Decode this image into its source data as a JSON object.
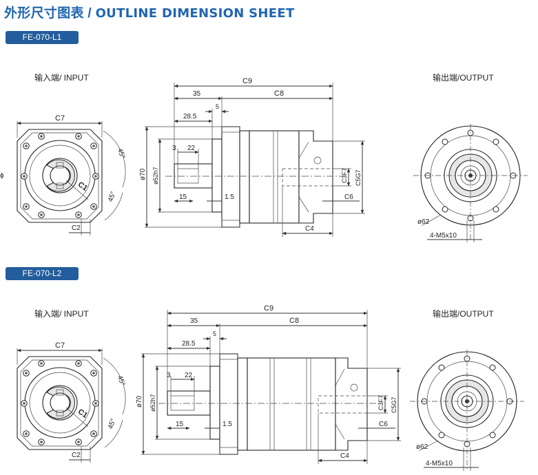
{
  "header": {
    "title_cn": "外形尺寸图表",
    "title_sep": " / ",
    "title_en": "OUTLINE DIMENSION SHEET"
  },
  "sections": [
    {
      "model": "FE-070-L1",
      "input_label": "输入端/ INPUT",
      "output_label": "输出端/OUTPUT",
      "dims": {
        "c7": "C7",
        "c2": "C2",
        "c1": "C1",
        "a45a": "45°",
        "a45b": "45°",
        "c9": "C9",
        "d35": "35",
        "c8": "C8",
        "d5": "5",
        "d285": "28.5",
        "d3": "3",
        "d22": "22",
        "d70": "ø70",
        "d52": "ø52h7",
        "d15": "15",
        "d15b": "1.5",
        "c3": "C3F7",
        "c5": "C5G7",
        "c6": "C6",
        "c4": "C4",
        "d62": "ø62",
        "m5": "4-M5x10"
      }
    },
    {
      "model": "FE-070-L2",
      "input_label": "输入端/ INPUT",
      "output_label": "输出端/OUTPUT",
      "dims": {
        "c7": "C7",
        "c2": "C2",
        "c1": "C1",
        "a45a": "45°",
        "a45b": "45°",
        "c9": "C9",
        "d35": "35",
        "c8": "C8",
        "d5": "5",
        "d285": "28.5",
        "d3": "3",
        "d22": "22",
        "d70": "ø70",
        "d52": "ø52h7",
        "d15": "15",
        "d15b": "1.5",
        "c3": "C3F7",
        "c5": "C5G7",
        "c6": "C6",
        "c4": "C4",
        "d62": "ø62",
        "m5": "4-M5x10"
      }
    }
  ]
}
